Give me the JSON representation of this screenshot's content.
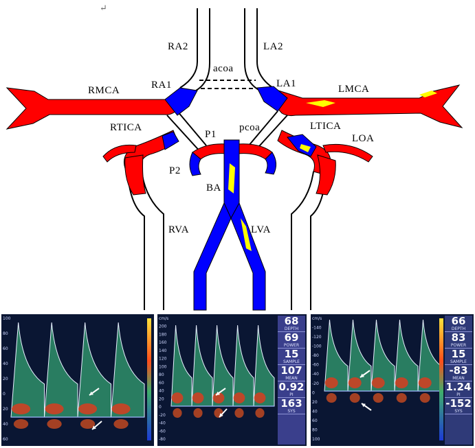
{
  "diagram": {
    "return_symbol": "↵",
    "labels": {
      "ra2": "RA2",
      "la2": "LA2",
      "acoa": "acoa",
      "ra1": "RA1",
      "la1": "LA1",
      "rmca": "RMCA",
      "lmca": "LMCA",
      "rtica": "RTICA",
      "ltica": "LTICA",
      "p1": "P1",
      "pcoa": "pcoa",
      "loa": "LOA",
      "p2": "P2",
      "ba": "BA",
      "rva": "RVA",
      "lva": "LVA"
    },
    "colors": {
      "artery_red": "#ff0000",
      "vein_blue": "#0000ff",
      "stenosis_yellow": "#ffff00"
    }
  },
  "panels": [
    {
      "scale_ticks": [
        "100",
        "80",
        "60",
        "40",
        "20",
        "0",
        "20",
        "40",
        "60"
      ],
      "readouts": []
    },
    {
      "scale_ticks": [
        "cm/s",
        "200",
        "180",
        "160",
        "140",
        "120",
        "100",
        "80",
        "60",
        "40",
        "20",
        "0",
        "-20",
        "-40",
        "-60",
        "-80"
      ],
      "readouts": [
        {
          "value": "68",
          "key": "DEPTH"
        },
        {
          "value": "69",
          "key": "POWER"
        },
        {
          "value": "15",
          "key": "SAMPLE"
        },
        {
          "value": "107",
          "key": "MEAN"
        },
        {
          "value": "0.92",
          "key": "PI"
        },
        {
          "value": "163",
          "key": "SYS"
        }
      ]
    },
    {
      "scale_ticks": [
        "cm/s",
        "-140",
        "-120",
        "-100",
        "-80",
        "-60",
        "-40",
        "-20",
        "0",
        "20",
        "40",
        "60",
        "80",
        "100"
      ],
      "readouts": [
        {
          "value": "66",
          "key": "DEPTH"
        },
        {
          "value": "83",
          "key": "POWER"
        },
        {
          "value": "15",
          "key": "SAMPLE"
        },
        {
          "value": "-83",
          "key": "MEAN"
        },
        {
          "value": "1.24",
          "key": "PI"
        },
        {
          "value": "-152",
          "key": "SYS"
        }
      ]
    }
  ]
}
